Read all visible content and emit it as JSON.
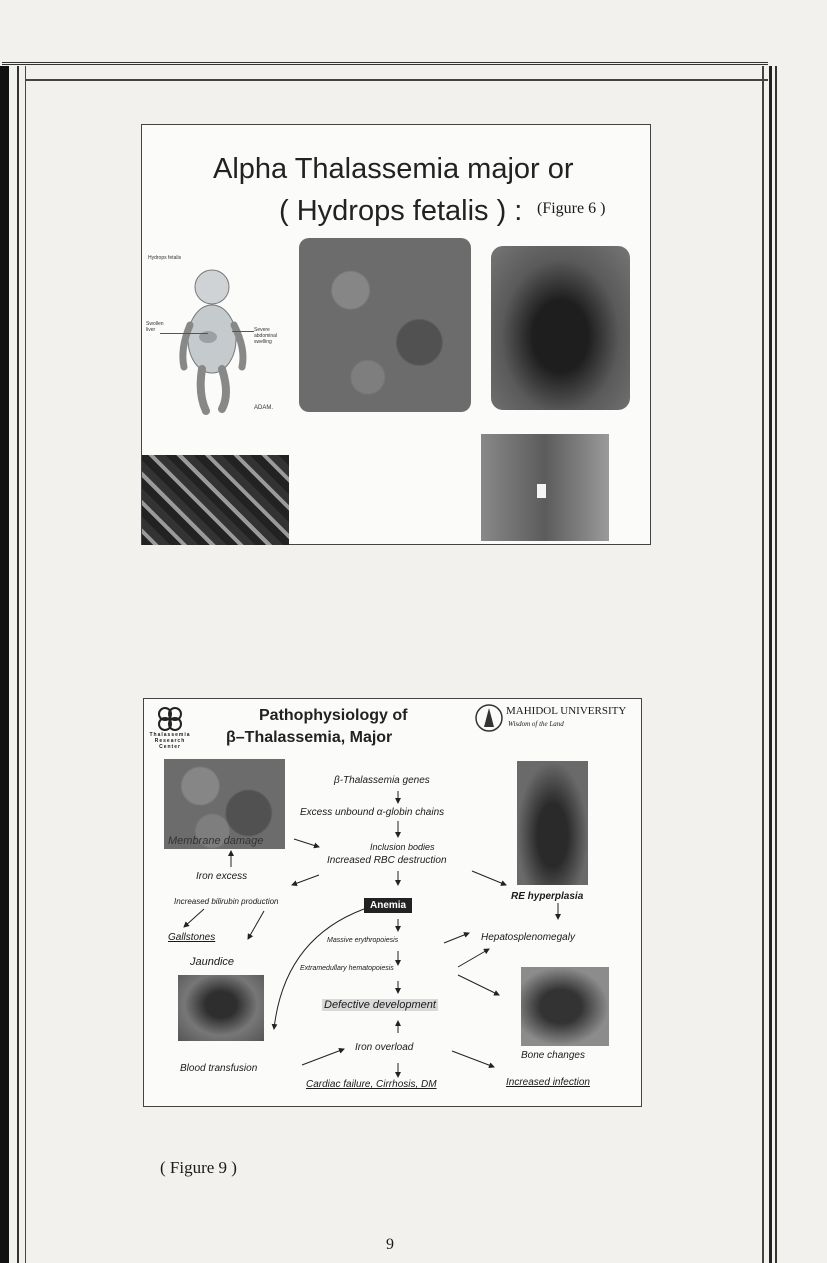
{
  "slide1": {
    "title_line1": "Alpha Thalassemia major or",
    "title_line2": "( Hydrops fetalis ) :",
    "figure_ref": "(Figure 6 )",
    "diagram_labels": {
      "heading": "Hydrops fetalis",
      "swollen_liver": "Swollen liver",
      "severe_swelling": "Severe abdominal swelling",
      "credit": "ADAM."
    }
  },
  "slide2": {
    "title_line1": "Pathophysiology of",
    "title_line2": "β–Thalassemia, Major",
    "logo_text": "Thalassemia Research Center",
    "university_name": "MAHIDOL UNIVERSITY",
    "university_motto": "Wisdom of the Land",
    "membrane_damage": "Membrane damage",
    "nodes": {
      "genes": "β-Thalassemia genes",
      "excess_chains": "Excess unbound α-globin chains",
      "inclusion": "Inclusion bodies",
      "rbc_destruction": "Increased RBC destruction",
      "iron_excess": "Iron excess",
      "bilirubin": "Increased bilirubin production",
      "anemia": "Anemia",
      "re_hyperplasia": "RE hyperplasia",
      "gallstones": "Gallstones",
      "jaundice": "Jaundice",
      "massive_erythro": "Massive erythropoiesis",
      "hepatosplenomegaly": "Hepatosplenomegaly",
      "extramedullary": "Extramedullary hematopoiesis",
      "defective_dev": "Defective development",
      "iron_overload": "Iron overload",
      "blood_transfusion": "Blood transfusion",
      "bone_changes": "Bone changes",
      "cardiac": "Cardiac failure, Cirrhosis, DM",
      "infection": "Increased infection"
    }
  },
  "page_caption": "( Figure 9 )",
  "page_number": "9"
}
